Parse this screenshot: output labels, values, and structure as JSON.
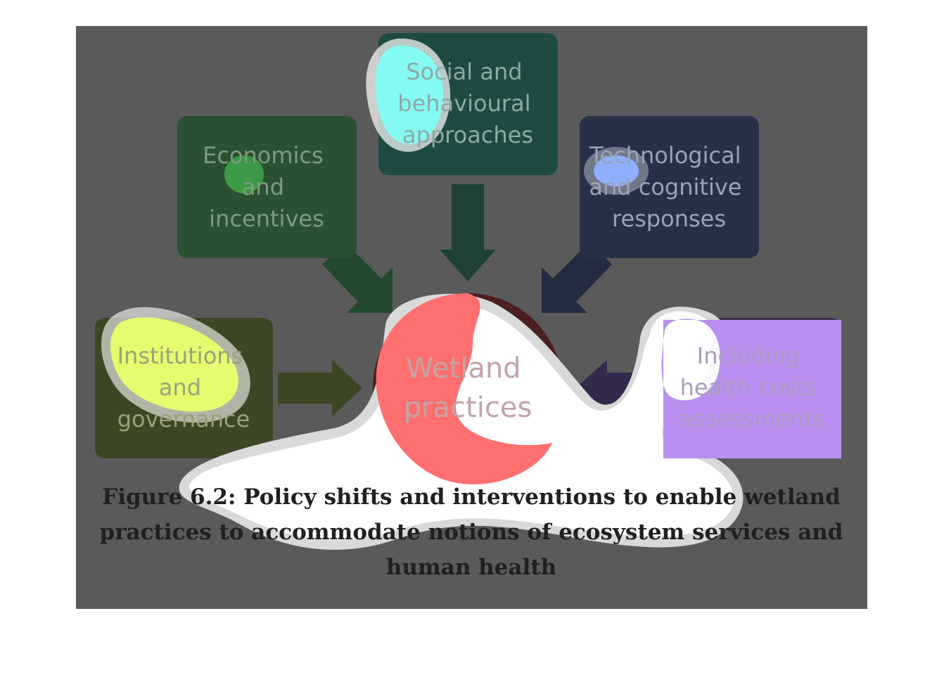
{
  "figure": {
    "boxes": {
      "top": {
        "lines": [
          "Social and",
          "behavioural",
          "approaches"
        ],
        "color": "#1f4a43"
      },
      "top_left": {
        "lines": [
          "Economics",
          "and",
          "incentives"
        ],
        "color": "#2b5132"
      },
      "top_right": {
        "lines": [
          "Technological",
          "and cognitive",
          "responses"
        ],
        "color": "#263047"
      },
      "left": {
        "lines": [
          "Institutions",
          "and",
          "governance"
        ],
        "color": "#3d4725"
      },
      "right": {
        "lines": [
          "Including",
          "health costs",
          "assessments"
        ],
        "color": "#3b2e4e"
      }
    },
    "center": {
      "lines": [
        "Wetland",
        "practices"
      ],
      "color": "#4a2020"
    },
    "caption": {
      "figure_number": "Figure 6.2:",
      "text": "Policy shifts and interventions to enable wetland practices to accommodate notions of ecosystem services and human health"
    }
  },
  "overlay": {
    "dim_color": "#5a5a5a",
    "highlight_colors": {
      "social_blob": "#84fbf2",
      "economics_dot": "#3c9a46",
      "tech_dot": "#8fb0ff",
      "institutions_blob": "#e6fb6e",
      "center_blob": "#ff6f6f",
      "including_blob": "#b990f2",
      "spill_region": "#ffffff"
    }
  }
}
